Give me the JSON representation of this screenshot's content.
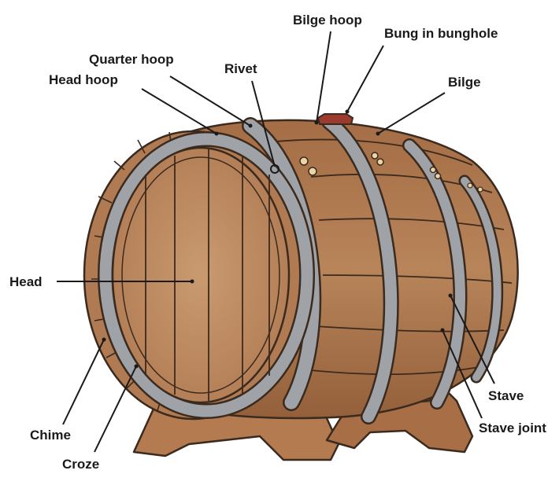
{
  "diagram": {
    "colors": {
      "wood": "#b07a52",
      "wood_dark": "#8a5a36",
      "wood_head": "#c08e64",
      "hoop": "#9fa2a6",
      "outline": "#3b2a1e",
      "bung": "#9b3a2e",
      "stand": "#b47a50"
    },
    "labels": {
      "bilge_hoop": "Bilge hoop",
      "bung": "Bung in bunghole",
      "quarter_hoop": "Quarter hoop",
      "rivet": "Rivet",
      "head_hoop": "Head hoop",
      "bilge": "Bilge",
      "head": "Head",
      "stave": "Stave",
      "stave_joint": "Stave joint",
      "chime": "Chime",
      "croze": "Croze"
    }
  }
}
